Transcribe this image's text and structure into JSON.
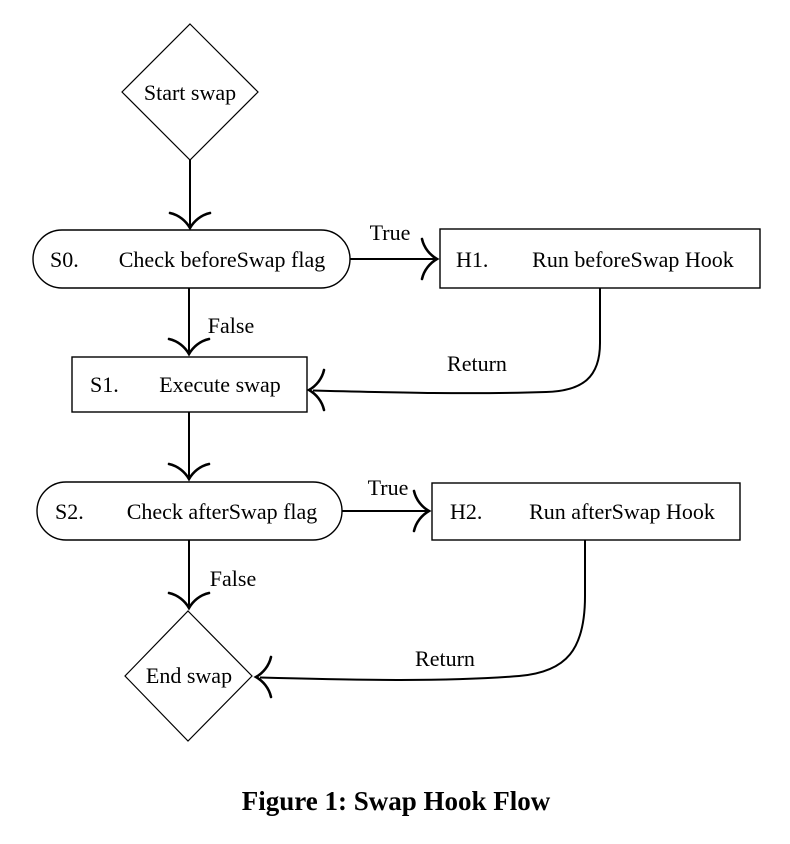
{
  "figure": {
    "caption": "Figure 1: Swap Hook Flow",
    "colors": {
      "ink": "#000000",
      "background": "#ffffff"
    }
  },
  "flowchart": {
    "nodes": [
      {
        "key": "start",
        "shape": "diamond",
        "id": "",
        "label": "Start swap"
      },
      {
        "key": "s0",
        "shape": "stadium",
        "id": "S0.",
        "label": "Check beforeSwap flag"
      },
      {
        "key": "h1",
        "shape": "rect",
        "id": "H1.",
        "label": "Run beforeSwap Hook"
      },
      {
        "key": "s1",
        "shape": "rect",
        "id": "S1.",
        "label": "Execute swap"
      },
      {
        "key": "s2",
        "shape": "stadium",
        "id": "S2.",
        "label": "Check afterSwap flag"
      },
      {
        "key": "h2",
        "shape": "rect",
        "id": "H2.",
        "label": "Run afterSwap Hook"
      },
      {
        "key": "end",
        "shape": "diamond",
        "id": "",
        "label": "End swap"
      }
    ],
    "edges": [
      {
        "from": "start",
        "to": "s0",
        "label": ""
      },
      {
        "from": "s0",
        "to": "h1",
        "label": "True"
      },
      {
        "from": "s0",
        "to": "s1",
        "label": "False"
      },
      {
        "from": "h1",
        "to": "s1",
        "label": "Return"
      },
      {
        "from": "s1",
        "to": "s2",
        "label": ""
      },
      {
        "from": "s2",
        "to": "h2",
        "label": "True"
      },
      {
        "from": "s2",
        "to": "end",
        "label": "False"
      },
      {
        "from": "h2",
        "to": "end",
        "label": "Return"
      }
    ]
  }
}
